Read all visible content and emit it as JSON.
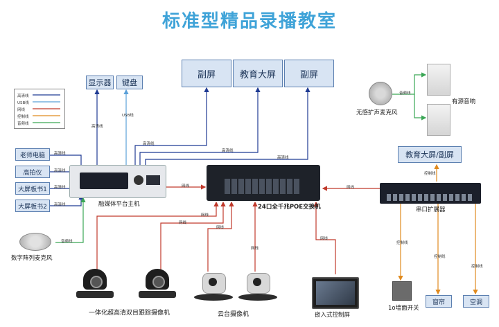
{
  "title": "标准型精品录播教室",
  "top_boxes": [
    "副屏",
    "教育大屏",
    "副屏"
  ],
  "display": "显示器",
  "keyboard": "键盘",
  "left_devices": [
    "老师电脑",
    "高拍仪",
    "大屏板书1",
    "大屏板书2"
  ],
  "host_label": "融媒体平台主机",
  "switch_label": "24口全千兆POE交换机",
  "extender_label": "串口扩展器",
  "edu_screen_right": "教育大屏/副屏",
  "mic_left": "数字阵列麦克风",
  "mic_right": "无感扩声麦克风",
  "speaker_label": "有源音响",
  "tracking_cam_label": "一体化超高清双目跟踪摄像机",
  "ptz_cam_label": "云台摄像机",
  "control_screen_label": "嵌入式控制屏",
  "wall_switch_label": "1o墙面开关",
  "curtain_label": "窗帘",
  "ac_label": "空调",
  "line_labels": {
    "hdmi": "高清线",
    "usb": "USB线",
    "net": "网线",
    "ctrl": "控制线",
    "audio": "音频线"
  },
  "legend": [
    {
      "name": "高清线",
      "color": "#1f3a93"
    },
    {
      "name": "USB线",
      "color": "#5aa0d8"
    },
    {
      "name": "网线",
      "color": "#c0392b"
    },
    {
      "name": "控制线",
      "color": "#e08a1e"
    },
    {
      "name": "音频线",
      "color": "#3aa655"
    }
  ]
}
